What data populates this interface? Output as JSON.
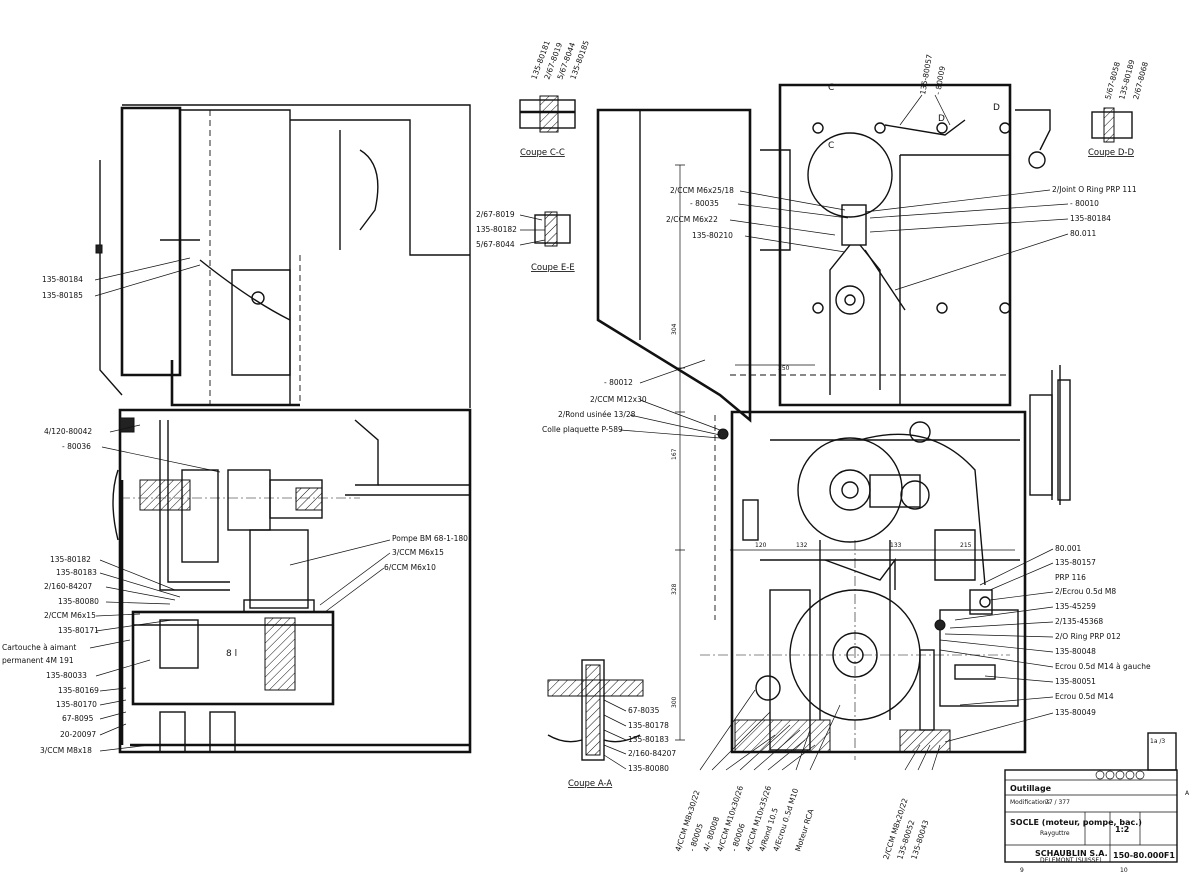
{
  "left_view": {
    "callouts": [
      "135-80184",
      "135-80185",
      "4/120-80042",
      "- 80036",
      "135-80182",
      "135-80183",
      "2/160-84207",
      "135-80080",
      "2/CCM M6x15",
      "135-80171",
      "Cartouche à aimant",
      "permanent 4M 191",
      "135-80033",
      "135-80169",
      "135-80170",
      "67-8095",
      "20-20097",
      "3/CCM M8x18",
      "Pompe BM 68-1-180",
      "3/CCM M6x15",
      "6/CCM M6x10"
    ],
    "tank_label": "8 l"
  },
  "center_view": {
    "callouts": [
      "2/CCM M6x25/18",
      "- 80035",
      "2/CCM M6x22",
      "135-80210",
      "- 80012",
      "2/CCM M12x30",
      "2/Rond usinée 13/28",
      "Colle plaquette P-589"
    ],
    "dimensions": [
      "250",
      "304",
      "167",
      "120",
      "132",
      "133",
      "215",
      "328",
      "300"
    ],
    "section_marks": [
      "C",
      "C",
      "D",
      "D"
    ]
  },
  "right_callouts": [
    "2/Joint O Ring PRP 111",
    "- 80010",
    "135-80184",
    "80.011",
    "80.001",
    "135-80157",
    "PRP 116",
    "2/Ecrou 0.5d M8",
    "135-45259",
    "2/135-45368",
    "2/O Ring PRP 012",
    "135-80048",
    "Ecrou 0.5d M14 à gauche",
    "135-80051",
    "Ecrou 0.5d M14",
    "135-80049"
  ],
  "top_leader": [
    "135-80057",
    "- 80009"
  ],
  "bottom_callouts": [
    "4/CCM M8x30/22",
    "- 80005",
    "4/- 80008",
    "4/CCM M10x30/26",
    "- 80006",
    "4/CCM M10x35/26",
    "4/Rond 10.5",
    "4/Ecrou 0.5d M10",
    "Moteur RCA",
    "2/CCM M8x20/22",
    "135-80052",
    "135-80043"
  ],
  "sections": {
    "cc": {
      "title": "Coupe C-C",
      "labels": [
        "135-80181",
        "2/67-8019",
        "5/67-8044",
        "135-80185"
      ]
    },
    "dd": {
      "title": "Coupe D-D",
      "labels": [
        "5/67-8058",
        "135-80189",
        "2/67-8068"
      ]
    },
    "ee": {
      "title": "Coupe E-E",
      "labels": [
        "2/67-8019",
        "135-80182",
        "5/67-8044"
      ]
    },
    "aa": {
      "title": "Coupe A-A",
      "labels": [
        "67-8035",
        "135-80178",
        "135-80183",
        "2/160-84207",
        "135-80080"
      ]
    }
  },
  "title_block": {
    "outillage": "Outillage",
    "title": "SOCLE (moteur, pompe, bac.)",
    "subtitle": "Rayguttre",
    "scale": "1:2",
    "company": "SCHAUBLIN S.A.",
    "company_sub": "DELEMONT (SUISSE)",
    "drawing_no": "150-80.000F1",
    "sheet": "1a /3",
    "notes": "Modifications",
    "ref_code": "77 / 377",
    "small": "A"
  },
  "border_numbers": [
    "9",
    "10"
  ]
}
